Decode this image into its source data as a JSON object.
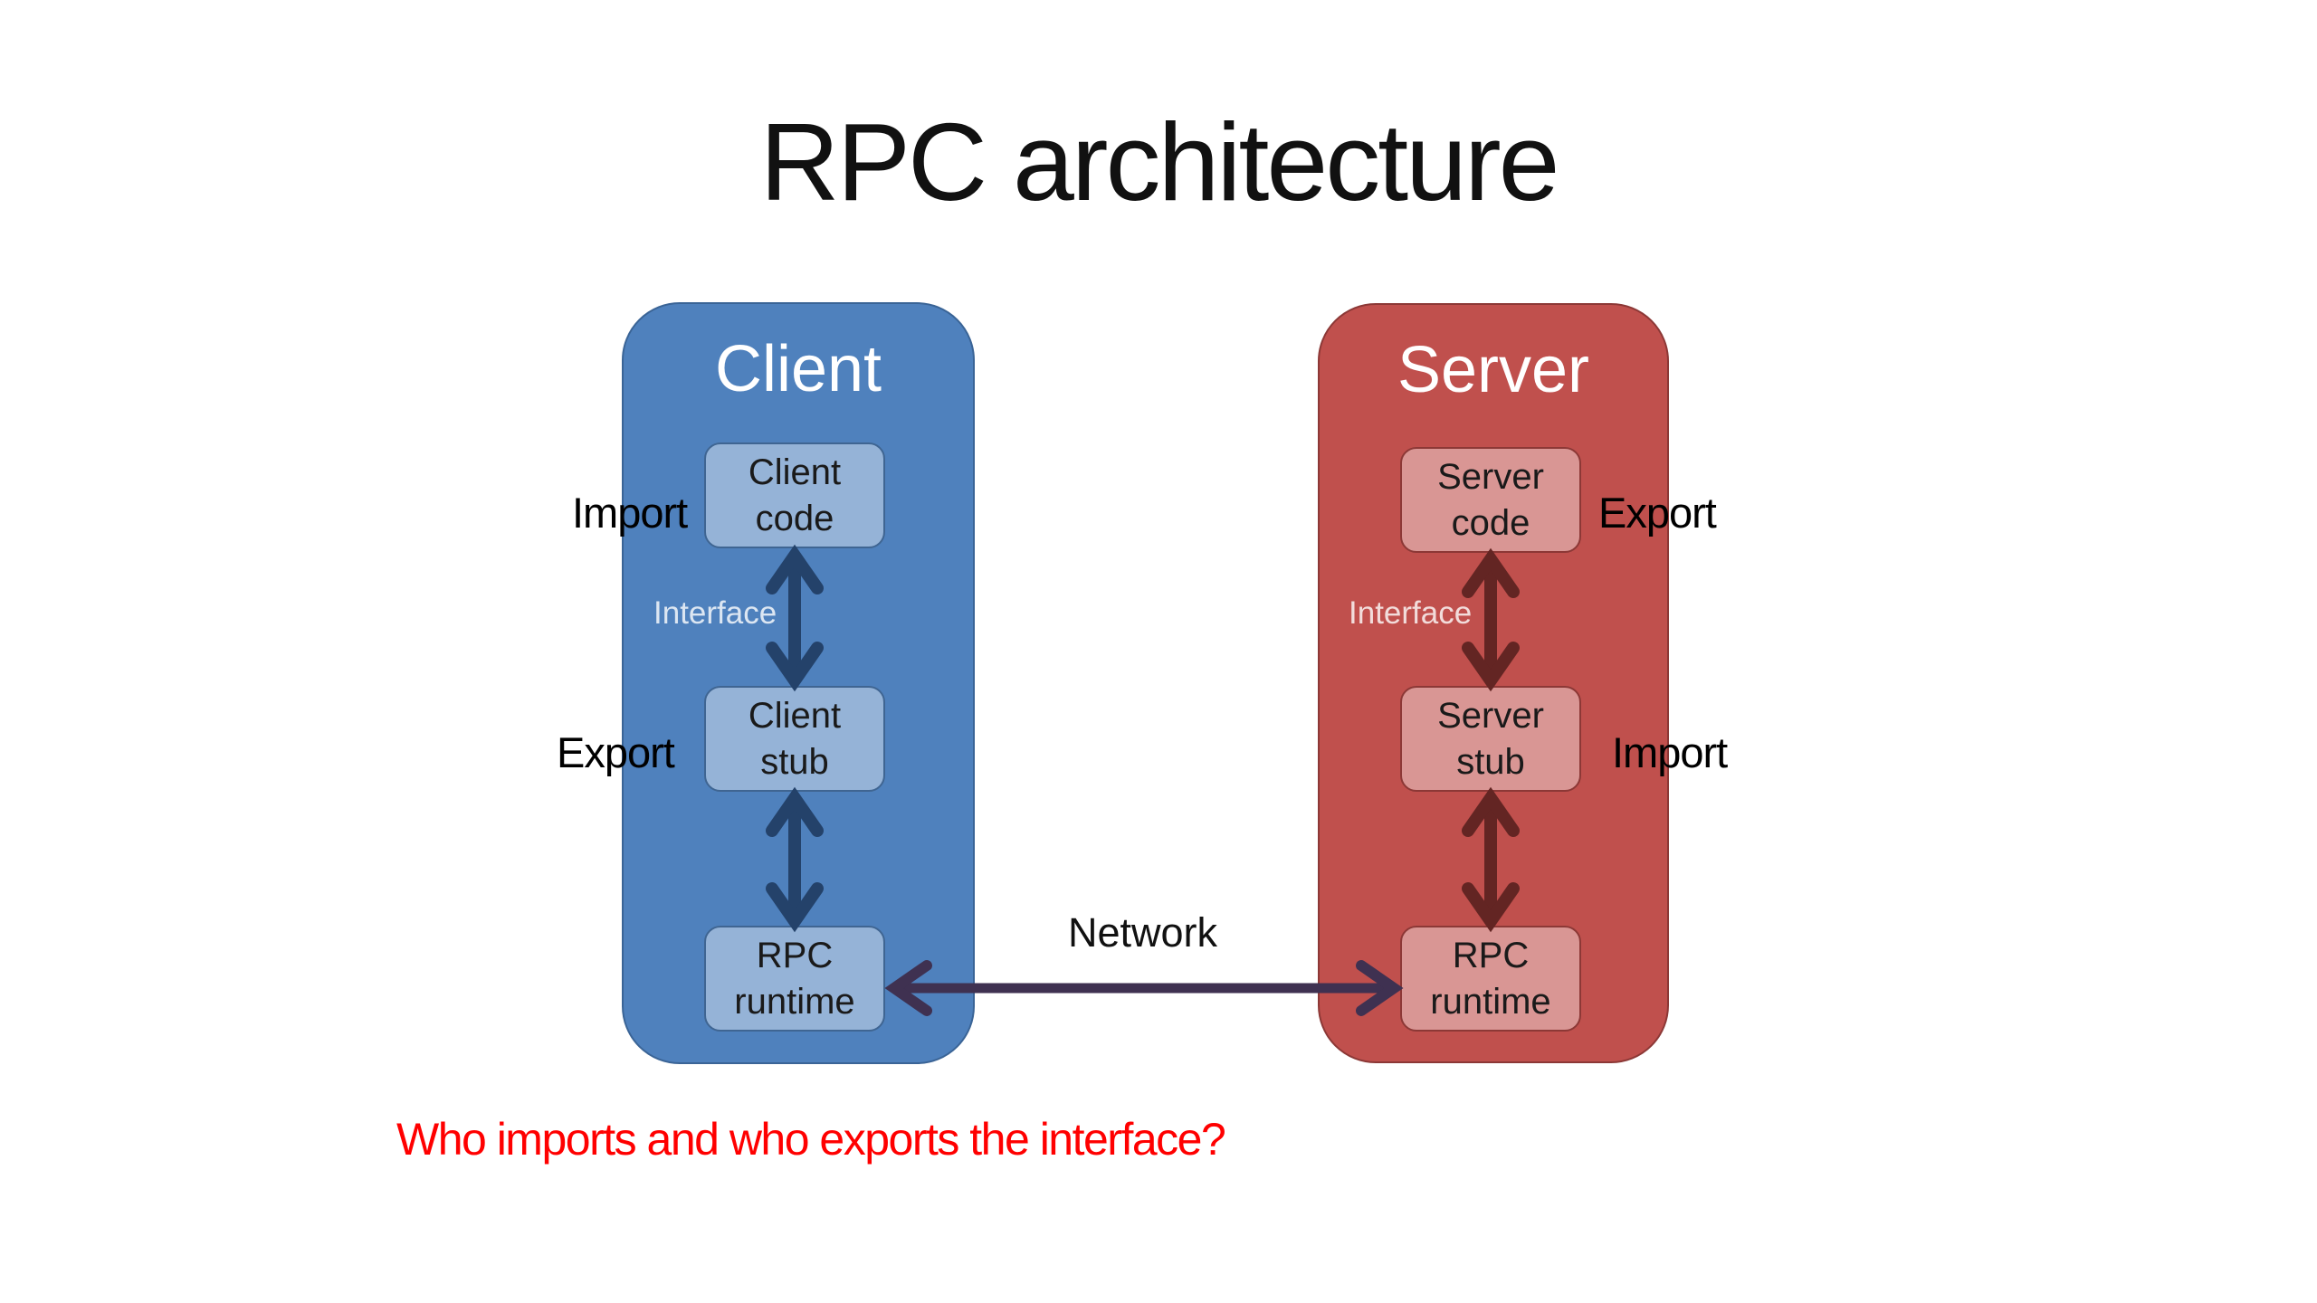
{
  "slide": {
    "title": "RPC architecture",
    "question": "Who imports and who exports the interface?",
    "network_label": "Network"
  },
  "client": {
    "title": "Client",
    "color": "#4f81bd",
    "box_color": "#95b3d7",
    "arrow_color": "#24426a",
    "boxes": [
      {
        "line1": "Client",
        "line2": "code"
      },
      {
        "line1": "Client",
        "line2": "stub"
      },
      {
        "line1": "RPC",
        "line2": "runtime"
      }
    ],
    "labels": {
      "code": "Import",
      "stub": "Export",
      "interface": "Interface"
    }
  },
  "server": {
    "title": "Server",
    "color": "#c0504d",
    "box_color": "#d99694",
    "arrow_color": "#632523",
    "boxes": [
      {
        "line1": "Server",
        "line2": "code"
      },
      {
        "line1": "Server",
        "line2": "stub"
      },
      {
        "line1": "RPC",
        "line2": "runtime"
      }
    ],
    "labels": {
      "code": "Export",
      "stub": "Import",
      "interface": "Interface"
    }
  },
  "network_arrow_color": "#3f3151",
  "question_color": "#ff0000"
}
